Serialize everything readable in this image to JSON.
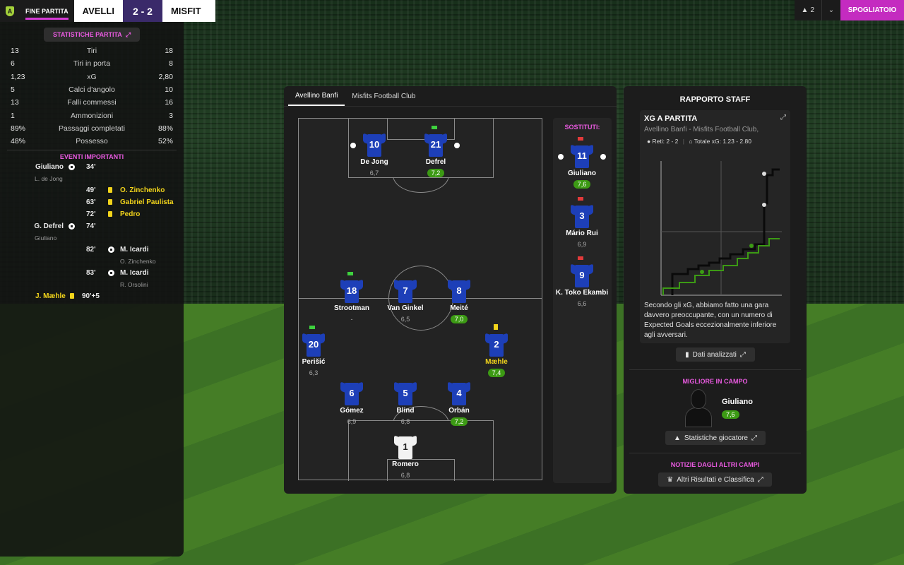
{
  "topbar": {
    "fine_label": "FINE PARTITA",
    "home": "AVELLI",
    "score": "2 - 2",
    "away": "MISFIT",
    "count": "2",
    "dressing_room": "SPOGLIATOIO"
  },
  "stats": {
    "title": "STATISTICHE PARTITA",
    "rows": [
      {
        "home": "13",
        "label": "Tiri",
        "away": "18"
      },
      {
        "home": "6",
        "label": "Tiri in porta",
        "away": "8"
      },
      {
        "home": "1,23",
        "label": "xG",
        "away": "2,80"
      },
      {
        "home": "5",
        "label": "Calci d'angolo",
        "away": "10"
      },
      {
        "home": "13",
        "label": "Falli commessi",
        "away": "16"
      },
      {
        "home": "1",
        "label": "Ammonizioni",
        "away": "3"
      },
      {
        "home": "89%",
        "label": "Passaggi completati",
        "away": "88%"
      },
      {
        "home": "48%",
        "label": "Possesso",
        "away": "52%"
      }
    ]
  },
  "events": {
    "title": "EVENTI IMPORTANTI",
    "items": [
      {
        "home": "Giuliano",
        "min": "34'",
        "away": "",
        "sub": "L. de Jong"
      },
      {
        "home": "",
        "min": "49'",
        "away": "O. Zinchenko",
        "sub": ""
      },
      {
        "home": "",
        "min": "63'",
        "away": "Gabriel Paulista",
        "sub": ""
      },
      {
        "home": "",
        "min": "72'",
        "away": "Pedro",
        "sub": ""
      },
      {
        "home": "G. Defrel",
        "min": "74'",
        "away": "",
        "sub": "Giuliano"
      },
      {
        "home": "",
        "min": "82'",
        "away": "M. Icardi",
        "sub": "O. Zinchenko"
      },
      {
        "home": "",
        "min": "83'",
        "away": "M. Icardi",
        "sub": "R. Orsolini"
      },
      {
        "home": "J. Mæhle",
        "min": "90'+5",
        "away": "",
        "sub": ""
      }
    ]
  },
  "lineup": {
    "tabs": [
      "Avellino Banfi",
      "Misfits Football Club"
    ],
    "players": [
      {
        "num": "10",
        "name": "De Jong",
        "rating": "6,7"
      },
      {
        "num": "21",
        "name": "Defrel",
        "rating": "7,2"
      },
      {
        "num": "18",
        "name": "Strootman",
        "rating": "-"
      },
      {
        "num": "7",
        "name": "Van Ginkel",
        "rating": "6,5"
      },
      {
        "num": "8",
        "name": "Meité",
        "rating": "7,0"
      },
      {
        "num": "20",
        "name": "Perišić",
        "rating": "6,3"
      },
      {
        "num": "2",
        "name": "Mæhle",
        "rating": "7,4"
      },
      {
        "num": "6",
        "name": "Gómez",
        "rating": "6,9"
      },
      {
        "num": "5",
        "name": "Blind",
        "rating": "6,8"
      },
      {
        "num": "4",
        "name": "Orbán",
        "rating": "7,2"
      },
      {
        "num": "1",
        "name": "Romero",
        "rating": "6,8"
      }
    ],
    "subs_title": "SOSTITUTI:",
    "subs": [
      {
        "num": "11",
        "name": "Giuliano",
        "rating": "7,6"
      },
      {
        "num": "3",
        "name": "Mário Rui",
        "rating": "6,9"
      },
      {
        "num": "9",
        "name": "K. Toko Ekambi",
        "rating": "6,6"
      }
    ]
  },
  "staff": {
    "title": "RAPPORTO STAFF",
    "xg_title": "XG A PARTITA",
    "xg_subtitle": "Avellino Banfi - Misfits Football Club,",
    "goals_label": "Reti: 2 - 2",
    "total_xg": "Totale xG: 1.23 - 2.80",
    "comment": "Secondo gli xG, abbiamo fatto una gara davvero preoccupante, con un numero di Expected Goals eccezionalmente inferiore agli avversari.",
    "data_btn": "Dati analizzati",
    "motm_title": "MIGLIORE IN CAMPO",
    "motm_name": "Giuliano",
    "motm_rating": "7,6",
    "stats_btn": "Statistiche giocatore",
    "news_title": "NOTIZIE DAGLI ALTRI CAMPI",
    "news_btn": "Altri Risultati e Classifica"
  },
  "colors": {
    "accent": "#e95ae0",
    "good_rating": "#3c9a14",
    "home_kit": "#1d3fb8",
    "dressing_btn": "#c42bc0"
  }
}
